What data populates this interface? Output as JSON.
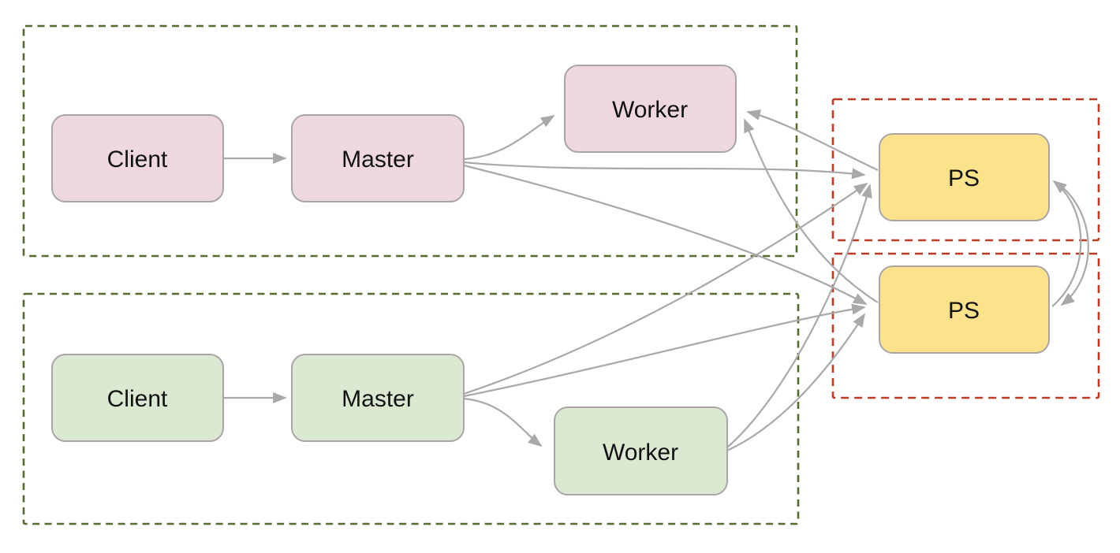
{
  "diagram": {
    "nodes": {
      "client_top": {
        "label": "Client"
      },
      "master_top": {
        "label": "Master"
      },
      "worker_top": {
        "label": "Worker"
      },
      "client_bottom": {
        "label": "Client"
      },
      "master_bottom": {
        "label": "Master"
      },
      "worker_bottom": {
        "label": "Worker"
      },
      "ps_top": {
        "label": "PS"
      },
      "ps_bottom": {
        "label": "PS"
      }
    },
    "groups": [
      {
        "id": "group-top",
        "contains": [
          "client_top",
          "master_top",
          "worker_top"
        ],
        "border": "green-dashed"
      },
      {
        "id": "group-bottom",
        "contains": [
          "client_bottom",
          "master_bottom",
          "worker_bottom"
        ],
        "border": "green-dashed"
      },
      {
        "id": "ps-group-top",
        "contains": [
          "ps_top"
        ],
        "border": "red-dashed"
      },
      {
        "id": "ps-group-bottom",
        "contains": [
          "ps_bottom"
        ],
        "border": "red-dashed"
      }
    ],
    "edges": [
      {
        "from": "client_top",
        "to": "master_top"
      },
      {
        "from": "client_bottom",
        "to": "master_bottom"
      },
      {
        "from": "master_top",
        "to": "worker_top"
      },
      {
        "from": "master_bottom",
        "to": "worker_bottom"
      },
      {
        "from": "master_top",
        "to": "ps_top"
      },
      {
        "from": "master_top",
        "to": "ps_bottom"
      },
      {
        "from": "master_bottom",
        "to": "ps_top"
      },
      {
        "from": "master_bottom",
        "to": "ps_bottom"
      },
      {
        "from": "worker_bottom",
        "to": "ps_top"
      },
      {
        "from": "worker_bottom",
        "to": "ps_bottom"
      },
      {
        "from": "ps_top",
        "to": "worker_top"
      },
      {
        "from": "ps_bottom",
        "to": "worker_top"
      },
      {
        "from": "ps_top",
        "to": "ps_bottom"
      },
      {
        "from": "ps_bottom",
        "to": "ps_top"
      }
    ],
    "colors": {
      "canvas_bg": "#ffffff",
      "node_fill_pink": "#eed7e0",
      "node_fill_green": "#dbe8d2",
      "node_fill_yellow": "#fde28b",
      "node_border": "#aaa4a6",
      "group_border_green": "#556b2f",
      "group_border_red": "#bb3a26",
      "edge_gray": "#a9a9a9",
      "label_color": "#111111"
    }
  }
}
